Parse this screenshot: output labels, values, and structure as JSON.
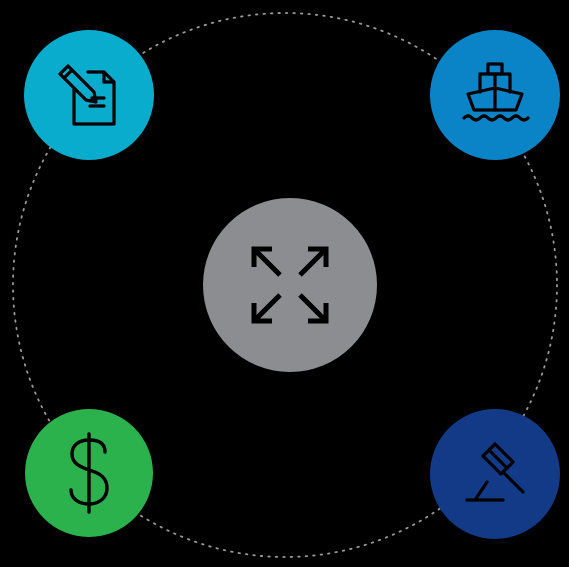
{
  "diagram": {
    "ring_color": "#9a9a9a",
    "nodes": [
      {
        "id": "document",
        "icon": "document-edit-icon",
        "color": "#0aaccd"
      },
      {
        "id": "shipping",
        "icon": "ship-icon",
        "color": "#0a84c6"
      },
      {
        "id": "payment",
        "icon": "dollar-icon",
        "color": "#2bb24c"
      },
      {
        "id": "legal",
        "icon": "gavel-icon",
        "color": "#123a86"
      }
    ],
    "center": {
      "id": "expand",
      "icon": "expand-arrows-icon",
      "color": "#8b8d90"
    }
  }
}
